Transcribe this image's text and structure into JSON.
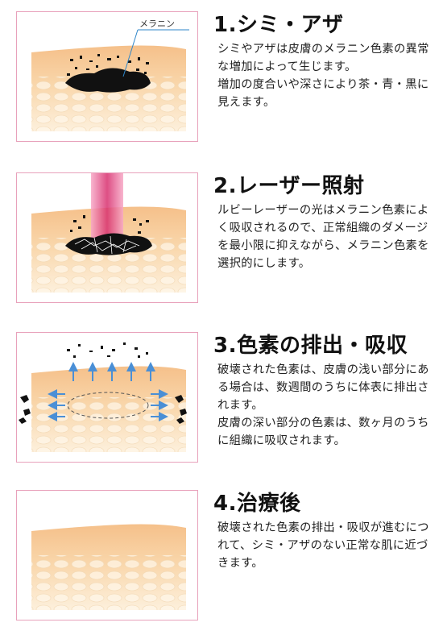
{
  "colors": {
    "frame_border": "#e8a1bb",
    "skin_top": "#f7c996",
    "skin_bottom": "#fbe3c3",
    "melanin": "#111111",
    "laser": "#e0457d",
    "arrow": "#4a8fd6"
  },
  "steps": [
    {
      "heading": "1.シミ・アザ",
      "description": [
        "シミやアザは皮膚のメラニン色素の異常な増加によって生じます。",
        "増加の度合いや深さにより茶・青・黒に見えます。"
      ],
      "figure_label": "メラニン"
    },
    {
      "heading": "2.レーザー照射",
      "description": [
        "ルビーレーザーの光はメラニン色素によく吸収されるので、正常組織のダメージを最小限に抑えながら、メラニン色素を選択的にします。"
      ]
    },
    {
      "heading": "3.色素の排出・吸収",
      "description": [
        "破壊された色素は、皮膚の浅い部分にある場合は、数週間のうちに体表に排出されます。",
        "皮膚の深い部分の色素は、数ヶ月のうちに組織に吸収されます。"
      ]
    },
    {
      "heading": "4.治療後",
      "description": [
        "破壊された色素の排出・吸収が進むにつれて、シミ・アザのない正常な肌に近づきます。"
      ]
    }
  ]
}
